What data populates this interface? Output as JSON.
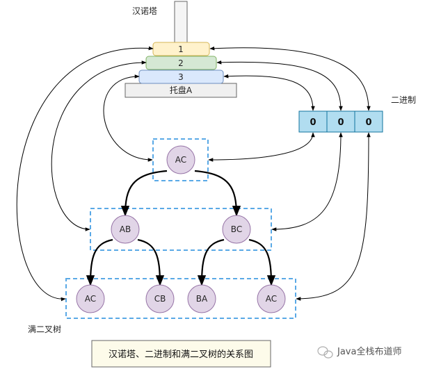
{
  "labels": {
    "hanoi": "汉诺塔",
    "binary": "二进制",
    "tree": "满二叉树",
    "tray": "托盘A"
  },
  "disks": [
    "1",
    "2",
    "3"
  ],
  "bits": [
    "0",
    "0",
    "0"
  ],
  "tree": {
    "root": "AC",
    "level2": [
      "AB",
      "BC"
    ],
    "level3": [
      "AC",
      "CB",
      "BA",
      "AC"
    ]
  },
  "caption": "汉诺塔、二进制和满二叉树的关系图",
  "watermark": "Java全栈布道师",
  "colors": {
    "disk1_fill": "#fff2cc",
    "disk1_stroke": "#d6b656",
    "disk2_fill": "#d5e8d4",
    "disk2_stroke": "#82b366",
    "disk3_fill": "#dae8fc",
    "disk3_stroke": "#6c8ebf",
    "bit_fill": "#b1ddf0",
    "bit_stroke": "#10739e",
    "node_fill": "#e1d5e7",
    "node_stroke": "#9673a6",
    "dash": "#5aa9e6",
    "tray_fill": "#f0f0f0",
    "caption_fill": "#fdfbea"
  }
}
